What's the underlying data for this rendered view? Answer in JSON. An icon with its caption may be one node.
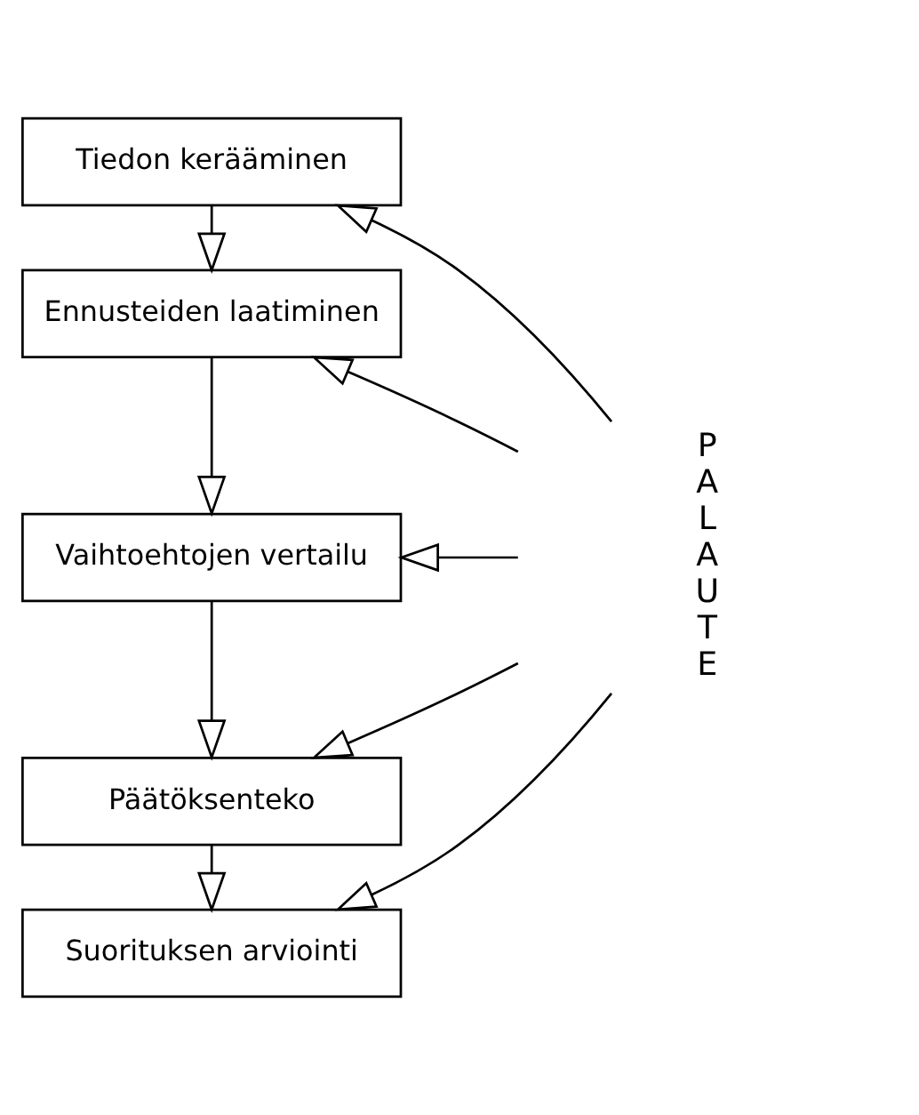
{
  "diagram": {
    "nodes": [
      {
        "text": [
          "Tiedon kerääminen"
        ]
      },
      {
        "text": [
          "Ennusteiden laatiminen"
        ]
      },
      {
        "text": [
          "Vaihtoehtojen vertailu"
        ]
      },
      {
        "text": [
          "Päätöksenteko"
        ]
      },
      {
        "text": [
          "Suorituksen arviointi"
        ]
      },
      {
        "text": [
          "PALAUTE"
        ]
      }
    ],
    "edges": [
      {
        "from": 0,
        "to": 1,
        "arrow": "to"
      },
      {
        "from": 1,
        "to": 2,
        "arrow": "to"
      },
      {
        "from": 2,
        "to": 3,
        "arrow": "to"
      },
      {
        "from": 3,
        "to": 4,
        "arrow": "to"
      },
      {
        "from": 5,
        "to": 0,
        "arrow": "to"
      },
      {
        "from": 5,
        "to": 1,
        "arrow": "to"
      },
      {
        "from": 5,
        "to": 2,
        "arrow": "to"
      },
      {
        "from": 5,
        "to": 3,
        "arrow": "to"
      },
      {
        "from": 5,
        "to": 4,
        "arrow": "to"
      }
    ]
  }
}
